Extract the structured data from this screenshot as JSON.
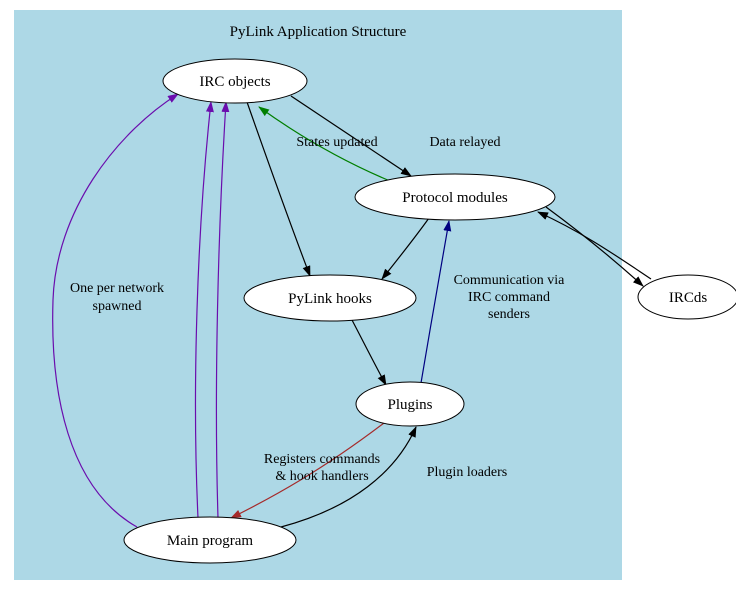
{
  "diagram": {
    "title": "PyLink Application Structure",
    "background_color": "#add8e6",
    "node_fill": "#ffffff",
    "node_stroke": "#000000",
    "colors": {
      "black": "#000000",
      "purple": "#6a0dad",
      "green": "#007f00",
      "navy": "#000080",
      "brown": "#a52a2a"
    },
    "nodes": {
      "irc_objects": {
        "label": "IRC objects"
      },
      "protocol_modules": {
        "label": "Protocol modules"
      },
      "pylink_hooks": {
        "label": "PyLink hooks"
      },
      "plugins": {
        "label": "Plugins"
      },
      "main_program": {
        "label": "Main program"
      },
      "ircds": {
        "label": "IRCds"
      }
    },
    "edges": {
      "main_to_irc": {
        "from": "Main program",
        "to": "IRC objects",
        "color": "#6a0dad",
        "parallel_lines": 3,
        "label_lines": [
          "One per network",
          "spawned"
        ]
      },
      "irc_to_protocol": {
        "from": "IRC objects",
        "to": "Protocol modules",
        "color": "#000000",
        "label": "Data relayed"
      },
      "protocol_to_irc": {
        "from": "Protocol modules",
        "to": "IRC objects",
        "color": "#007f00",
        "label": "States updated"
      },
      "irc_to_hooks": {
        "from": "IRC objects",
        "to": "PyLink hooks",
        "color": "#000000"
      },
      "protocol_to_hooks": {
        "from": "Protocol modules",
        "to": "PyLink hooks",
        "color": "#000000"
      },
      "hooks_to_plugins": {
        "from": "PyLink hooks",
        "to": "Plugins",
        "color": "#000000"
      },
      "plugins_to_protocol": {
        "from": "Plugins",
        "to": "Protocol modules",
        "color": "#000080",
        "label_lines": [
          "Communication via",
          "IRC command",
          "senders"
        ]
      },
      "protocol_to_ircds": {
        "from": "Protocol modules",
        "to": "IRCds",
        "color": "#000000"
      },
      "ircds_to_protocol": {
        "from": "IRCds",
        "to": "Protocol modules",
        "color": "#000000"
      },
      "main_to_plugins": {
        "from": "Main program",
        "to": "Plugins",
        "color": "#000000",
        "label": "Plugin loaders"
      },
      "plugins_to_main": {
        "from": "Plugins",
        "to": "Main program",
        "color": "#a52a2a",
        "label_lines": [
          "Registers commands",
          "& hook handlers"
        ]
      }
    }
  }
}
